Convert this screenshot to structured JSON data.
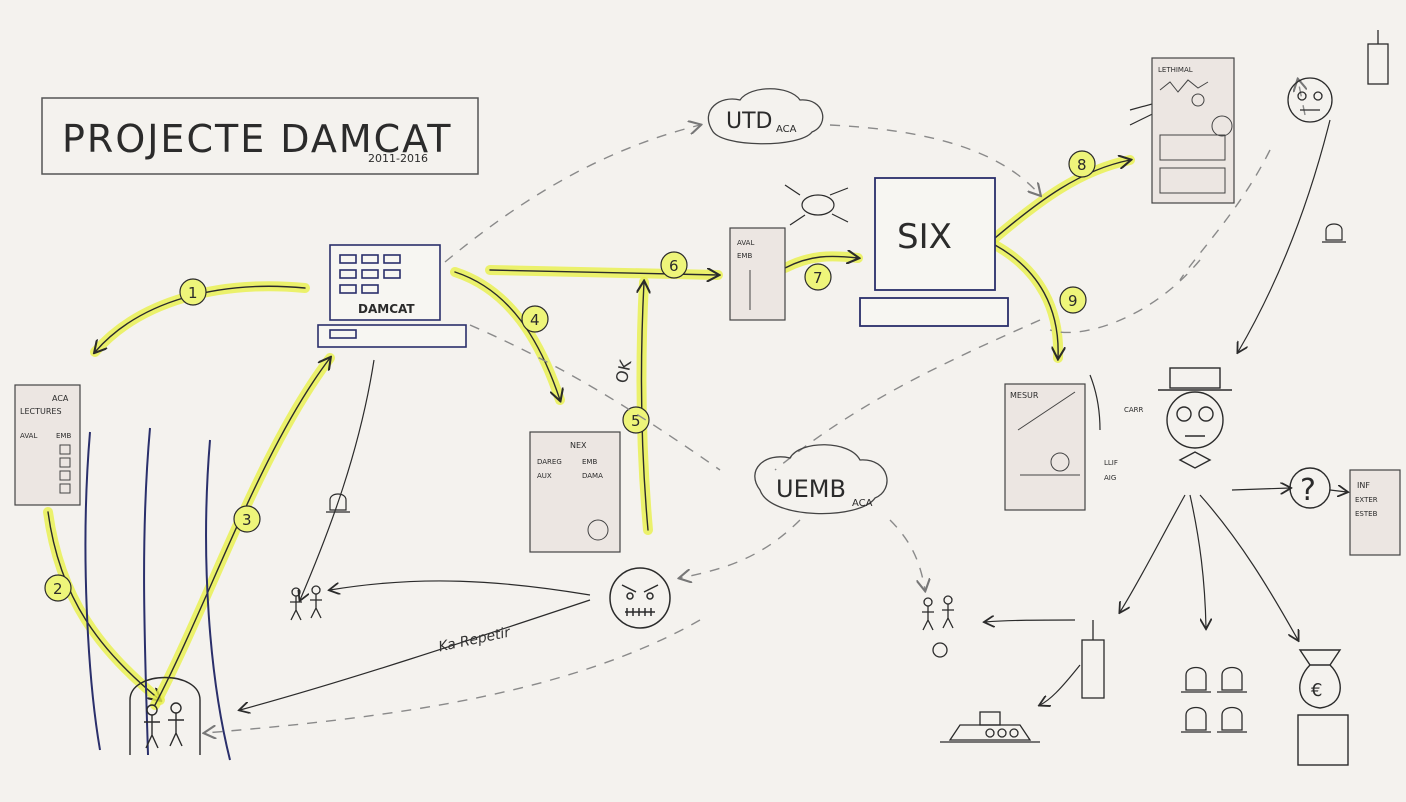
{
  "title": {
    "main": "PROJECTE DAMCAT",
    "years": "2011-2016"
  },
  "clouds": {
    "utd": {
      "name": "UTD",
      "sub": "ACA"
    },
    "uemb": {
      "name": "UEMB",
      "sub": "ACA"
    }
  },
  "nodes": {
    "computer_label": "DAMCAT",
    "lectures_doc": {
      "header": "ACA",
      "title": "LECTURES",
      "cols": [
        "AVAL",
        "EMB"
      ]
    },
    "new_doc": {
      "header": "NEX",
      "cols": [
        "DAREG",
        "EMB"
      ],
      "rows": [
        "AUX",
        "DAMA"
      ]
    },
    "avis_doc": {
      "lines": [
        "AVAL",
        "EMB"
      ]
    },
    "six": "SIX",
    "monitor_doc": {
      "title": "LETHIMAL"
    },
    "info_doc": {
      "lines": [
        "INF",
        "EXTER",
        "ESTEB"
      ]
    },
    "mesures_doc": {
      "title": "MESUR",
      "notes": [
        "CARR",
        "LLIF",
        "AIG"
      ]
    }
  },
  "steps": [
    "1",
    "2",
    "3",
    "4",
    "5",
    "6",
    "7",
    "8",
    "9"
  ],
  "annotations": {
    "ok": "OK",
    "repetir": "Ka Repetir",
    "question": "?",
    "euro": "€"
  },
  "colors": {
    "highlight": "#e8f04a",
    "ink": "#2b2b2b",
    "blue_ink": "#2a2f6b",
    "dash": "#8a8a8a",
    "paper": "#f4f2ee"
  }
}
